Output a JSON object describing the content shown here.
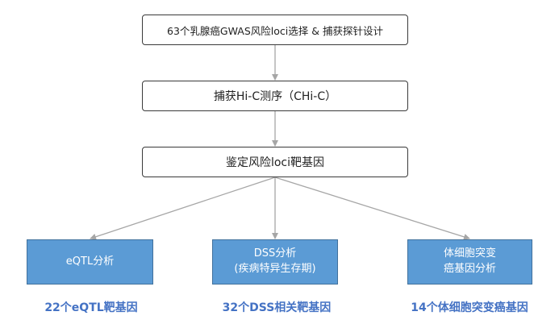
{
  "steps": [
    "63个乳腺癌GWAS风险loci选择 & 捕获探针设计",
    "捕获Hi-C测序（CHi-C）",
    "鉴定风险loci靶基因"
  ],
  "analyses": [
    {
      "line1": "eQTL分析",
      "line2": ""
    },
    {
      "line1": "DSS分析",
      "line2": "(疾病特异生存期)"
    },
    {
      "line1": "体细胞突变",
      "line2": "癌基因分析"
    }
  ],
  "results": [
    "22个eQTL靶基因",
    "32个DSS相关靶基因",
    "14个体细胞突变癌基因"
  ],
  "colors": {
    "box_border": "#3a3a3a",
    "analysis_fill": "#5b9bd5",
    "analysis_border": "#41719c",
    "arrow": "#a6a6a6",
    "result_text": "#4472c4"
  }
}
